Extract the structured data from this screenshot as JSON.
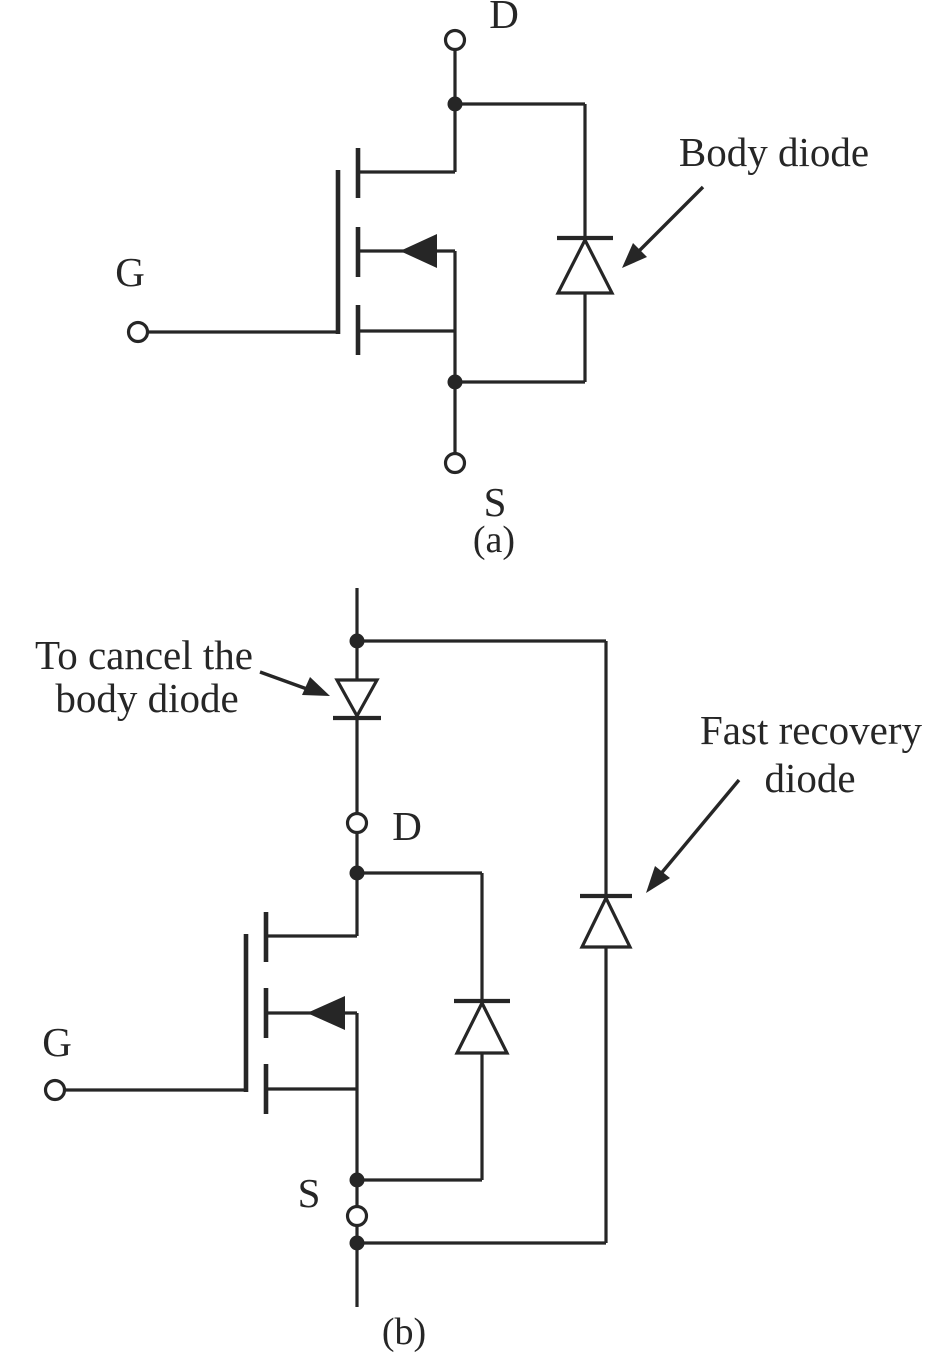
{
  "figure": {
    "background_color": "#ffffff",
    "ink_color": "#262626"
  },
  "panel_a": {
    "caption": "(a)",
    "drain_label": "D",
    "gate_label": "G",
    "source_label": "S",
    "body_diode_annotation": "Body diode"
  },
  "panel_b": {
    "caption": "(b)",
    "drain_label": "D",
    "gate_label": "G",
    "source_label": "S",
    "series_diode_annotation_line1": "To cancel the",
    "series_diode_annotation_line2": "body diode",
    "fast_recovery_annotation_line1": "Fast recovery",
    "fast_recovery_annotation_line2": "diode"
  }
}
